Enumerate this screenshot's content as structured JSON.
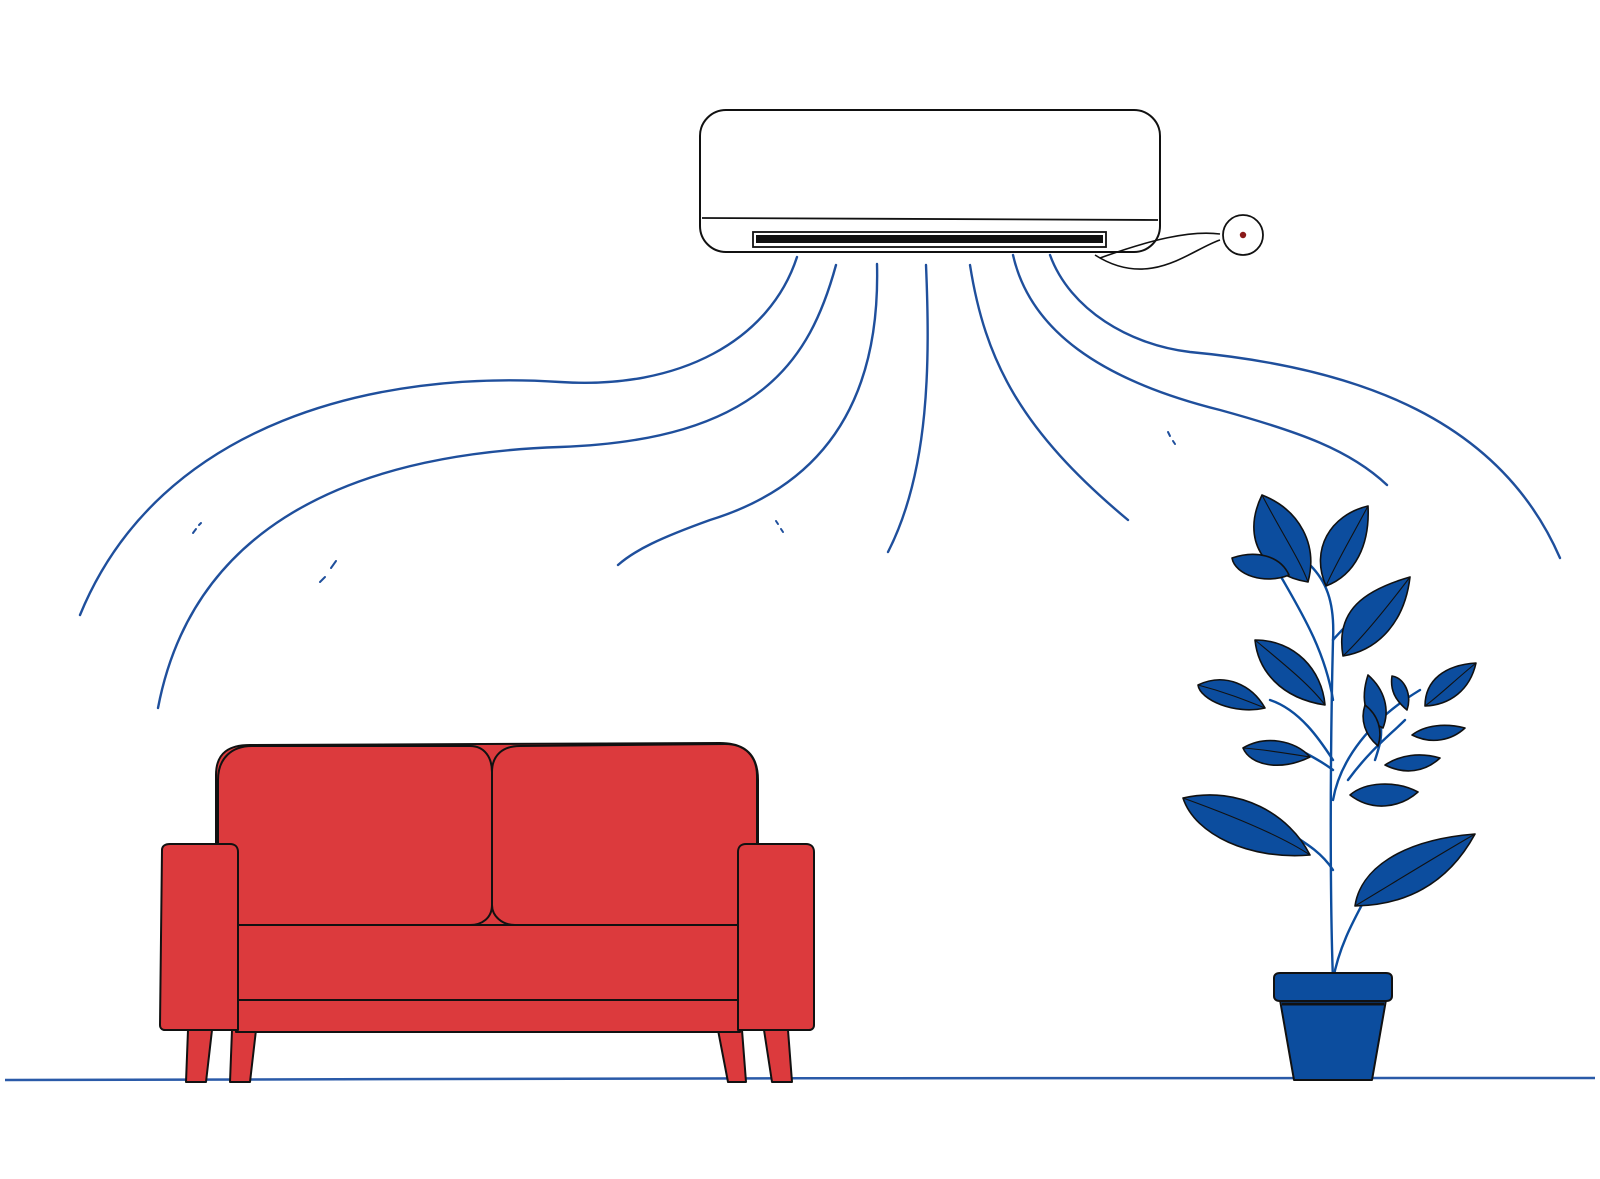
{
  "scene": {
    "colors": {
      "background": "#ffffff",
      "outline": "#111111",
      "airflow": "#1f4f9c",
      "sofa": "#dc3a3d",
      "plant_leaf": "#0c4d9e",
      "pot": "#0c4d9e",
      "floor": "#2a5aa8"
    },
    "elements": [
      "air-conditioner",
      "airflow-lines",
      "sofa",
      "potted-plant",
      "floor-line"
    ]
  }
}
